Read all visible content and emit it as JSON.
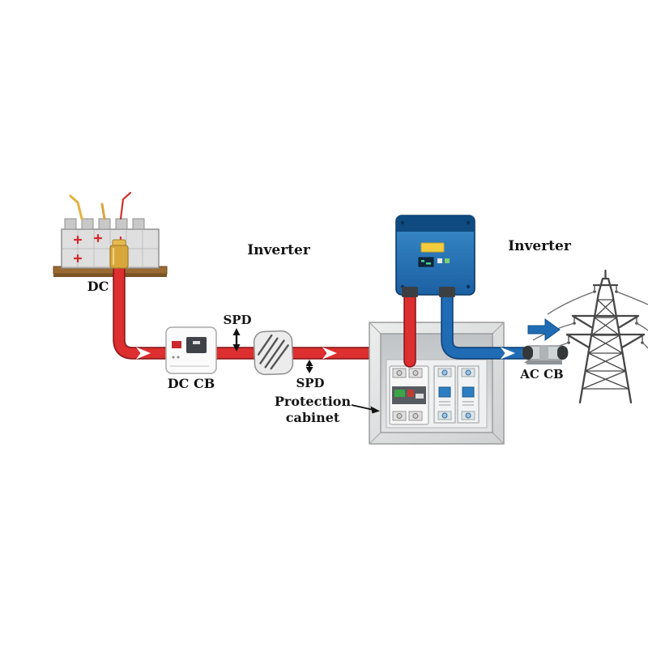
{
  "diagram": {
    "labels": {
      "dc": "DC",
      "dc_cb": "DC CB",
      "spd_top": "SPD",
      "spd_bottom": "SPD",
      "inverter_left": "Inverter",
      "inverter_right": "Inverter",
      "protection_cabinet_line1": "Protection",
      "protection_cabinet_line2": "cabinet",
      "ac_cb": "AC CB",
      "battery_plus_symbol": "+"
    },
    "colors": {
      "dc_cable": "#dd2f2f",
      "dc_cable_dark": "#8f1a1d",
      "ac_cable": "#1f6cb4",
      "ac_cable_dark": "#11457c",
      "arrow_blue": "#1f6cb4",
      "inverter_body": "#2577bb",
      "inverter_band": "#0f4a80",
      "battery_plus": "#d22b2b",
      "label_text": "#151515"
    }
  }
}
